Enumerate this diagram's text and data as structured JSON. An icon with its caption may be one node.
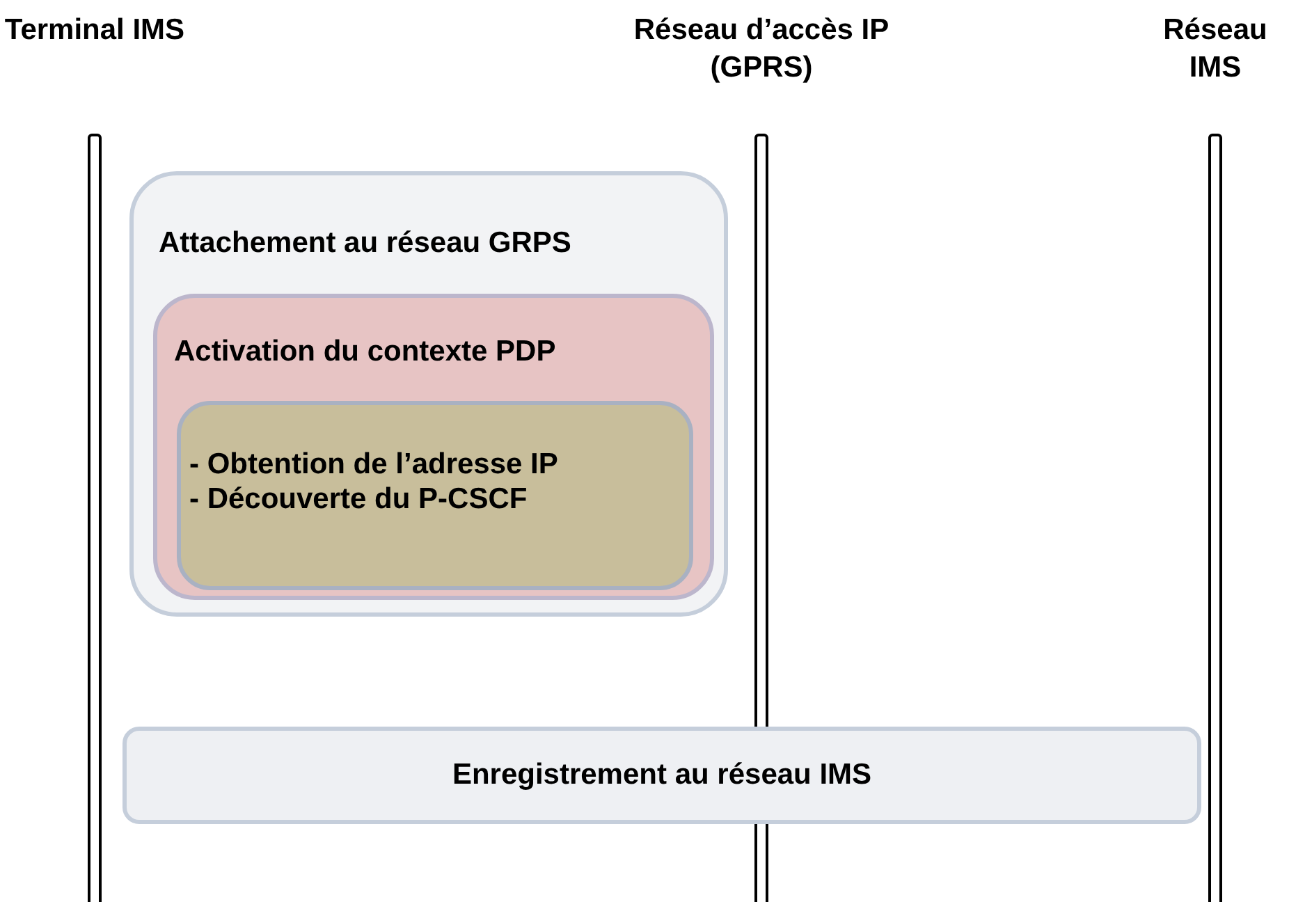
{
  "diagram": {
    "nodes": [
      {
        "text": [
          "Terminal IMS"
        ]
      },
      {
        "text": [
          "Réseau d’accès IP (GPRS)"
        ]
      },
      {
        "text": [
          "Réseau IMS"
        ]
      },
      {
        "text": [
          "Attachement au réseau GRPS"
        ]
      },
      {
        "text": [
          "Activation du contexte PDP"
        ],
        "in": 3
      },
      {
        "text": [
          "- Obtention de l’adresse IP",
          "- Découverte du P-CSCF"
        ],
        "in": 4
      },
      {
        "text": [
          "Enregistrement au réseau IMS"
        ]
      }
    ]
  }
}
